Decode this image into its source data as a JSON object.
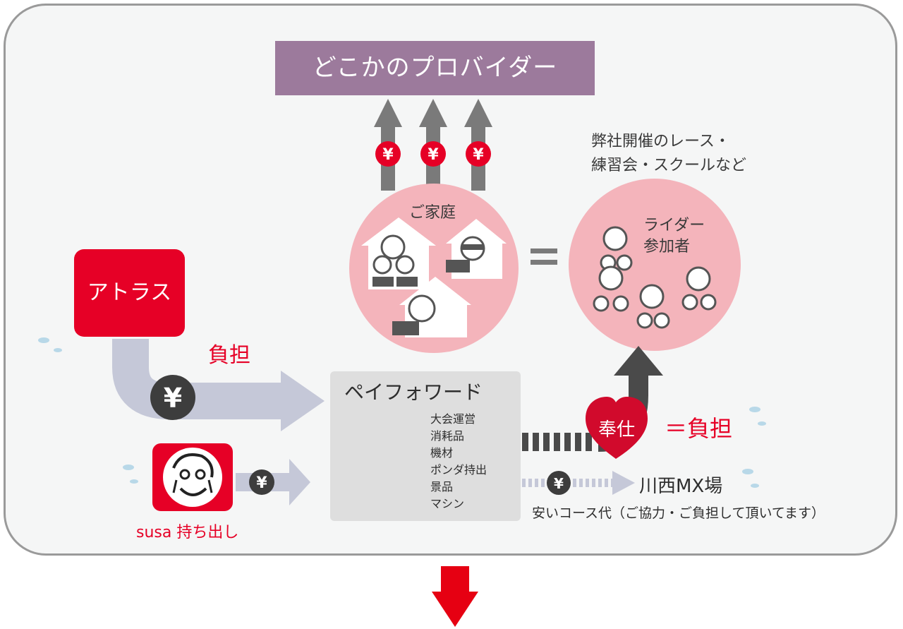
{
  "provider": {
    "label": "どこかのプロバイダー"
  },
  "household": {
    "label": "ご家庭"
  },
  "equals": "＝",
  "events": {
    "line1": "弊社開催のレース・",
    "line2": "練習会・スクールなど"
  },
  "riders": {
    "line1": "ライダー",
    "line2": "参加者"
  },
  "atlas": {
    "label": "アトラス"
  },
  "burden": {
    "label": "負担"
  },
  "yen_symbol": "¥",
  "payforward": {
    "title": "ペイフォワード",
    "items": [
      "大会運営",
      "消耗品",
      "機材",
      "ポンダ持出",
      "景品",
      "マシン"
    ]
  },
  "service": {
    "label": "奉仕",
    "equals_burden": "＝負担"
  },
  "susa": {
    "label": "susa 持ち出し"
  },
  "kawanishi": {
    "label": "川西MX場",
    "note": "安いコース代（ご協力・ご負担して頂いてます）"
  },
  "colors": {
    "brand_red": "#e60026",
    "provider_purple": "#9c7a9c",
    "pink_circle": "#f4b4bb",
    "flow_arrow": "#c5c8d8",
    "dark_gray": "#555555"
  }
}
